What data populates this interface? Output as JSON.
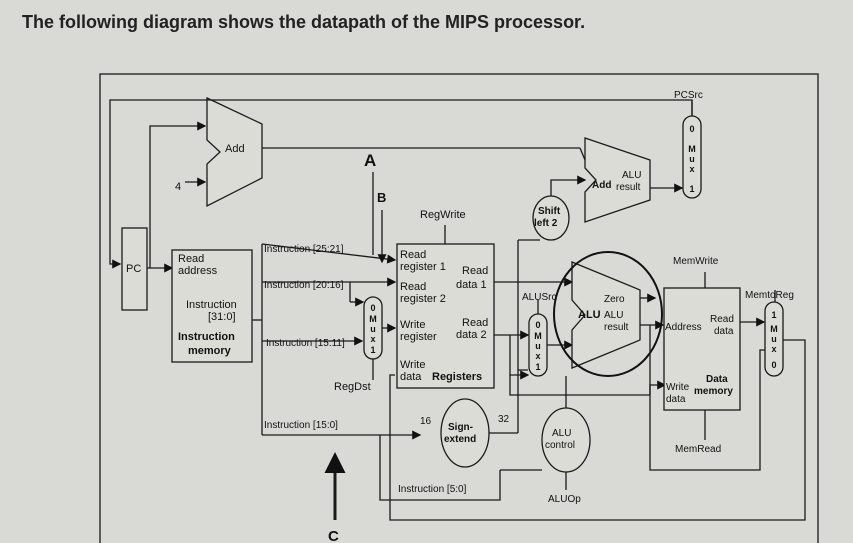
{
  "heading": "The following diagram shows the datapath of the MIPS processor.",
  "labels": {
    "pc": "PC",
    "four": "4",
    "add": "Add",
    "a": "A",
    "b": "B",
    "c": "C",
    "im_read": "Read",
    "im_address": "address",
    "im_instruction": "Instruction",
    "im_range": "[31:0]",
    "im_name1": "Instruction",
    "im_name2": "memory",
    "instr_25_21": "Instruction [25:21]",
    "instr_20_16": "Instruction [20:16]",
    "instr_15_11": "Instruction [15:11]",
    "instr_15_0": "Instruction [15:0]",
    "instr_5_0": "Instruction [5:0]",
    "regwrite": "RegWrite",
    "regdst": "RegDst",
    "read_register_1a": "Read",
    "read_register_1b": "register 1",
    "read_register_2a": "Read",
    "read_register_2b": "register 2",
    "write_register_a": "Write",
    "write_register_b": "register",
    "write_data_a": "Write",
    "write_data_b": "data",
    "registers": "Registers",
    "read_data1_a": "Read",
    "read_data1_b": "data 1",
    "read_data2_a": "Read",
    "read_data2_b": "data 2",
    "sign_extend_a": "Sign-",
    "sign_extend_b": "extend",
    "sixteen": "16",
    "thirtytwo": "32",
    "shift_a": "Shift",
    "shift_b": "left 2",
    "alusrc": "ALUSrc",
    "alu": "ALU",
    "alu_result_a": "ALU",
    "alu_result_b": "result",
    "zero": "Zero",
    "add_alu": "Add",
    "add_alu_top": "ALU",
    "add_alu_result": "result",
    "alu_control_a": "ALU",
    "alu_control_b": "control",
    "aluop": "ALUOp",
    "pcsrc": "PCSrc",
    "memwrite": "MemWrite",
    "memread": "MemRead",
    "memtoreg": "MemtoReg",
    "dm_address": "Address",
    "dm_read_a": "Read",
    "dm_read_b": "data",
    "dm_write_a": "Write",
    "dm_write_b": "data",
    "dm_data": "Data",
    "dm_memory": "memory",
    "mux_m": "M",
    "mux_u": "u",
    "mux_x": "x",
    "zero_in": "0",
    "one_in": "1"
  }
}
